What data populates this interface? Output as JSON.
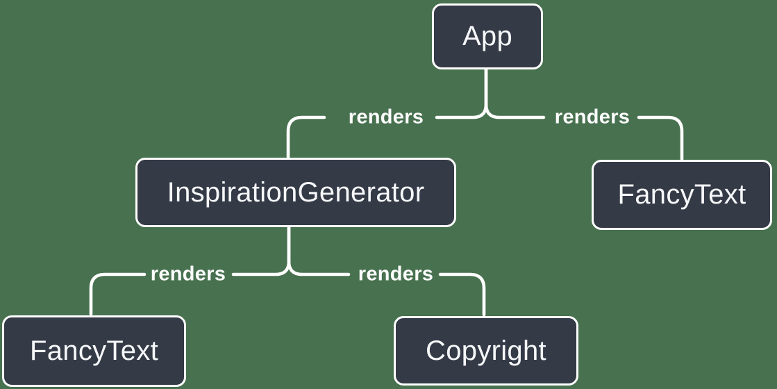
{
  "colors": {
    "background": "#48714F",
    "line": "#ffffff",
    "node_fill": "#343a46",
    "node_border": "#ffffff",
    "node_text": "#f6f7f9",
    "label_text": "#ffffff"
  },
  "diagram": {
    "nodes": [
      {
        "id": "app",
        "label": "App"
      },
      {
        "id": "inspiration-generator",
        "label": "InspirationGenerator"
      },
      {
        "id": "fancy-text-top",
        "label": "FancyText"
      },
      {
        "id": "fancy-text-bottom",
        "label": "FancyText"
      },
      {
        "id": "copyright",
        "label": "Copyright"
      }
    ],
    "edges": [
      {
        "from": "App",
        "to": "InspirationGenerator",
        "label": "renders"
      },
      {
        "from": "App",
        "to": "FancyText",
        "label": "renders"
      },
      {
        "from": "InspirationGenerator",
        "to": "FancyText",
        "label": "renders"
      },
      {
        "from": "InspirationGenerator",
        "to": "Copyright",
        "label": "renders"
      }
    ]
  }
}
